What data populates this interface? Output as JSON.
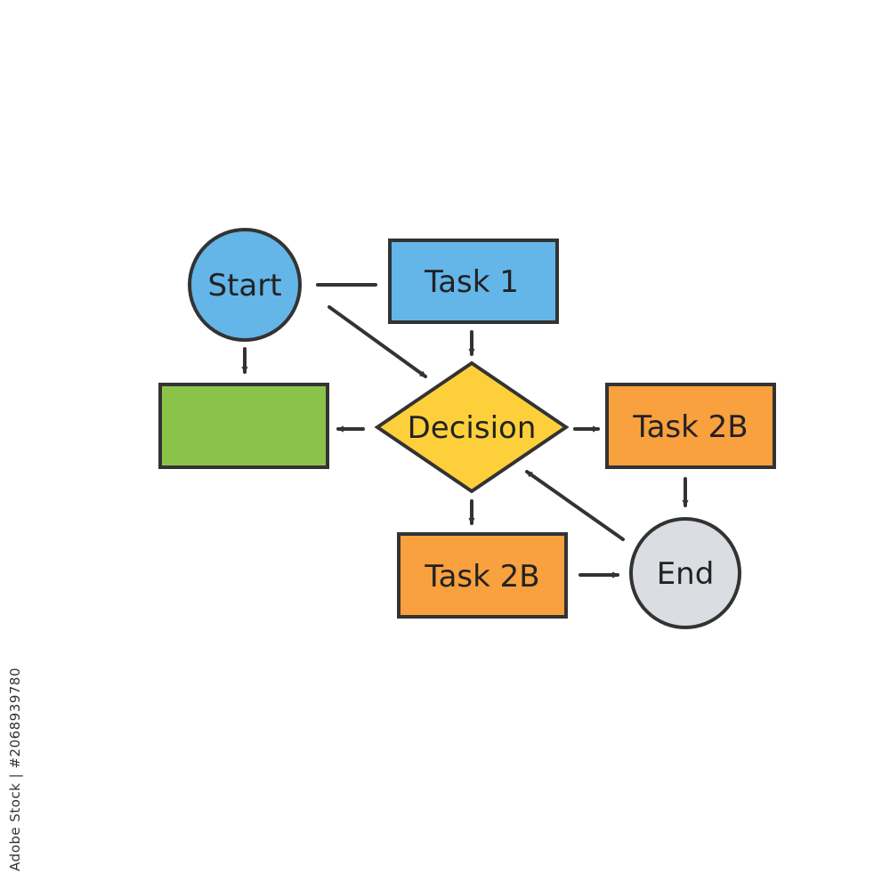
{
  "diagram": {
    "nodes": {
      "start": {
        "label": "Start",
        "shape": "circle",
        "color": "#64B5E8"
      },
      "task1": {
        "label": "Task 1",
        "shape": "rectangle",
        "color": "#64B5E8"
      },
      "green_box": {
        "label": "",
        "shape": "rectangle",
        "color": "#8BC34A"
      },
      "decision": {
        "label": "Decision",
        "shape": "diamond",
        "color": "#FDD03B"
      },
      "task2b_right": {
        "label": "Task 2B",
        "shape": "rectangle",
        "color": "#F9A03F"
      },
      "task2b_bottom": {
        "label": "Task 2B",
        "shape": "rectangle",
        "color": "#F9A03F"
      },
      "end": {
        "label": "End",
        "shape": "circle",
        "color": "#DADDE2"
      }
    },
    "edges": [
      {
        "from": "start",
        "to": "task1",
        "arrow": false
      },
      {
        "from": "start",
        "to": "decision",
        "arrow": true
      },
      {
        "from": "start",
        "to": "green_box",
        "arrow": true
      },
      {
        "from": "task1",
        "to": "decision",
        "arrow": true
      },
      {
        "from": "decision",
        "to": "green_box",
        "arrow": true
      },
      {
        "from": "decision",
        "to": "task2b_right",
        "arrow": true
      },
      {
        "from": "decision",
        "to": "task2b_bottom",
        "arrow": true
      },
      {
        "from": "task2b_right",
        "to": "end",
        "arrow": true
      },
      {
        "from": "task2b_bottom",
        "to": "end",
        "arrow": true
      },
      {
        "from": "end",
        "to": "decision",
        "arrow": true
      }
    ],
    "stroke_color": "#333333"
  },
  "stock_id": "Adobe Stock | #2068939780"
}
